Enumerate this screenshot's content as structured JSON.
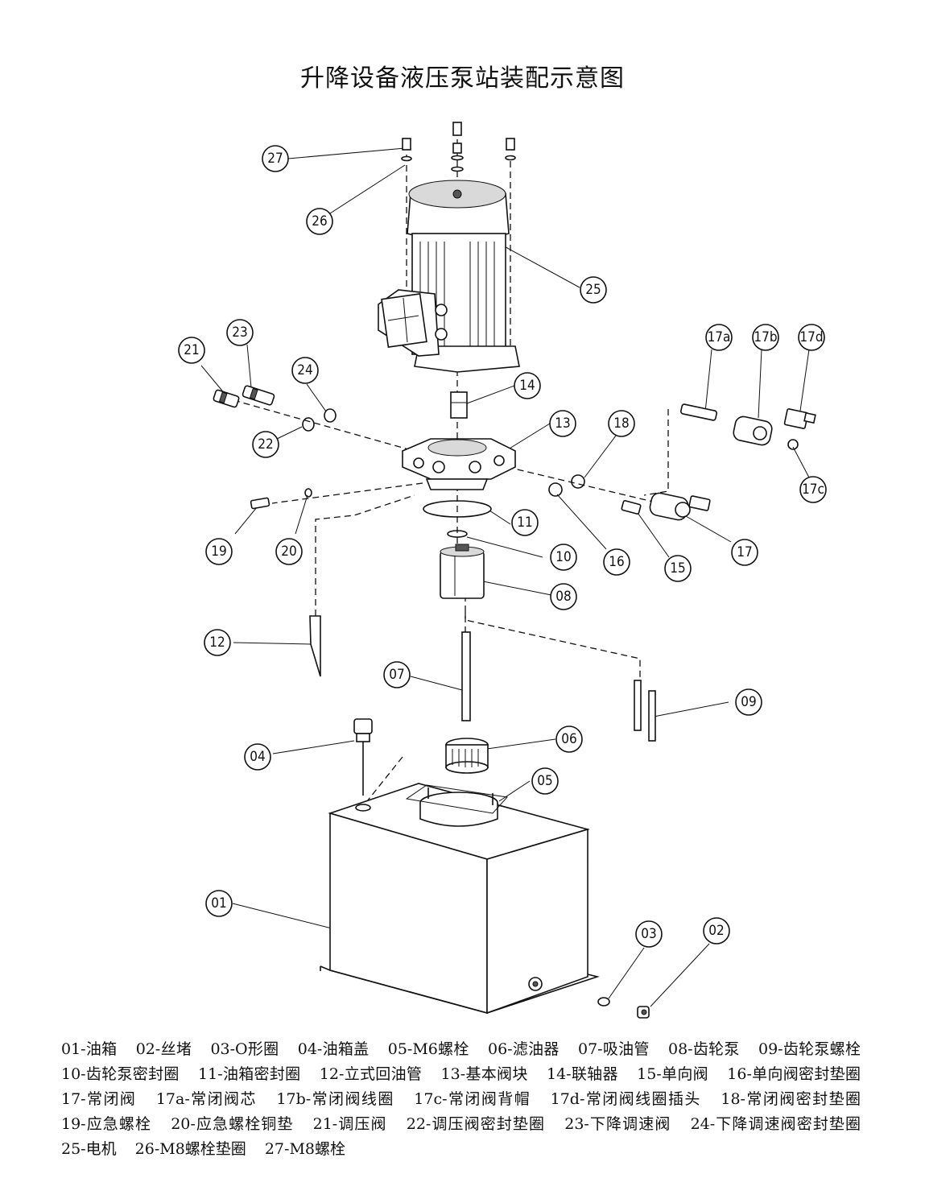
{
  "title": "升降设备液压泵站装配示意图",
  "callouts": {
    "c01": "01",
    "c02": "02",
    "c03": "03",
    "c04": "04",
    "c05": "05",
    "c06": "06",
    "c07": "07",
    "c08": "08",
    "c09": "09",
    "c10": "10",
    "c11": "11",
    "c12": "12",
    "c13": "13",
    "c14": "14",
    "c15": "15",
    "c16": "16",
    "c17": "17",
    "c17a": "17a",
    "c17b": "17b",
    "c17c": "17c",
    "c17d": "17d",
    "c18": "18",
    "c19": "19",
    "c20": "20",
    "c21": "21",
    "c22": "22",
    "c23": "23",
    "c24": "24",
    "c25": "25",
    "c26": "26",
    "c27": "27"
  },
  "legend": [
    "01-油箱",
    "02-丝堵",
    "03-O形圈",
    "04-油箱盖",
    "05-M6螺栓",
    "06-滤油器",
    "07-吸油管",
    "08-齿轮泵",
    "09-齿轮泵螺栓",
    "10-齿轮泵密封圈",
    "11-油箱密封圈",
    "12-立式回油管",
    "13-基本阀块",
    "14-联轴器",
    "15-单向阀",
    "16-单向阀密封垫圈",
    "17-常闭阀",
    "17a-常闭阀芯",
    "17b-常闭阀线圈",
    "17c-常闭阀背帽",
    "17d-常闭阀线圈插头",
    "18-常闭阀密封垫圈",
    "19-应急螺栓",
    "20-应急螺栓铜垫",
    "21-调压阀",
    "22-调压阀密封垫圈",
    "23-下降调速阀",
    "24-下降调速阀密封垫圈",
    "25-电机",
    "26-M8螺栓垫圈",
    "27-M8螺栓"
  ]
}
